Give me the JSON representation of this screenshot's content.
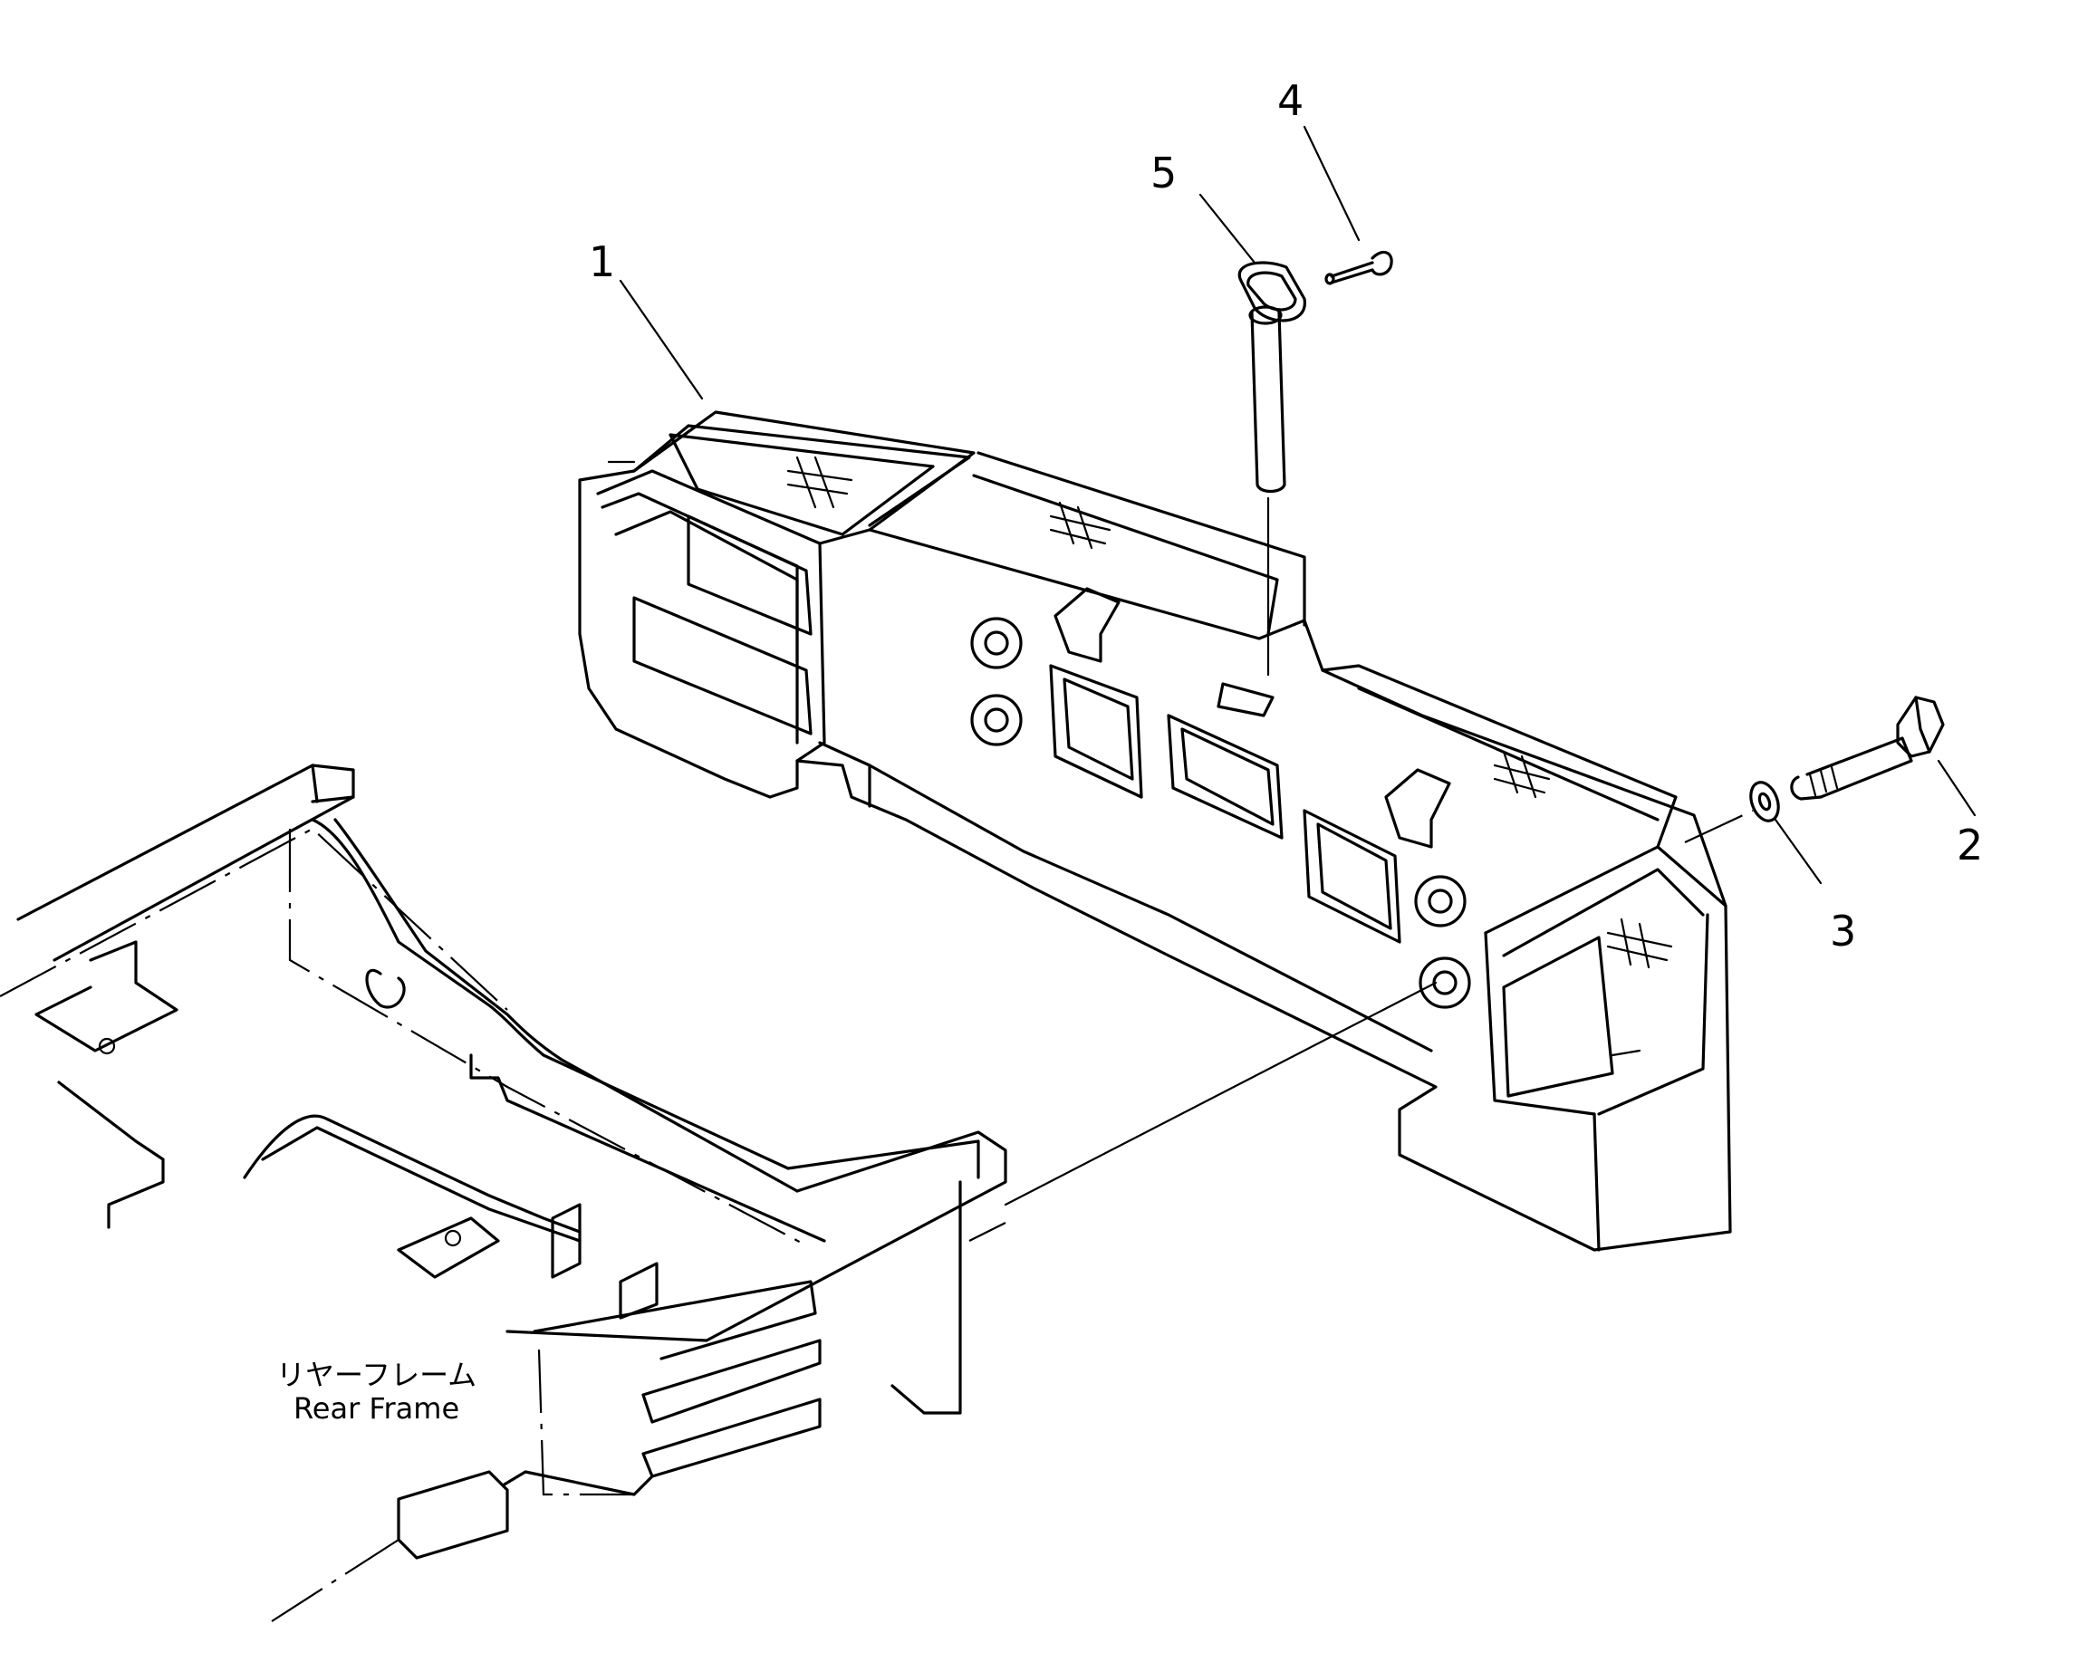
{
  "callouts": [
    {
      "id": "1",
      "text": "1"
    },
    {
      "id": "2",
      "text": "2"
    },
    {
      "id": "3",
      "text": "3"
    },
    {
      "id": "4",
      "text": "4"
    },
    {
      "id": "5",
      "text": "5"
    }
  ],
  "frame_label": {
    "japanese": "リヤーフレーム",
    "english": "Rear Frame"
  },
  "colors": {
    "ink": "#000000",
    "paper": "#ffffff"
  }
}
